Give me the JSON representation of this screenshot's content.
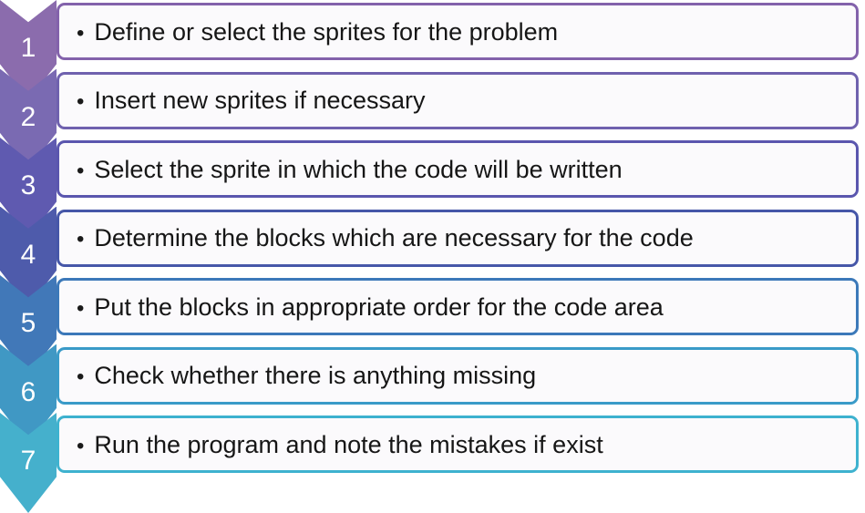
{
  "diagram": {
    "type": "chevron-process-list",
    "orientation": "vertical",
    "bullet_glyph": "•",
    "steps": [
      {
        "number": "1",
        "text": "Define or select the sprites for the problem",
        "color": "#8b6cad",
        "border_color": "#8362ab",
        "box_fill": "#fbfafc"
      },
      {
        "number": "2",
        "text": "Insert new sprites if necessary",
        "color": "#7a6ab2",
        "border_color": "#6f61ae",
        "box_fill": "#fbfafc"
      },
      {
        "number": "3",
        "text": "Select the sprite in which the code will be written",
        "color": "#5f5ab0",
        "border_color": "#5a56ae",
        "box_fill": "#fbfafc"
      },
      {
        "number": "4",
        "text": "Determine the blocks which are necessary for the code",
        "color": "#4e5bab",
        "border_color": "#4657a8",
        "box_fill": "#fbfafc"
      },
      {
        "number": "5",
        "text": "Put the blocks in appropriate order for the code area",
        "color": "#4178b8",
        "border_color": "#3c79b9",
        "box_fill": "#fbfafc"
      },
      {
        "number": "6",
        "text": "Check whether there is anything missing",
        "color": "#4098c4",
        "border_color": "#3a9bc8",
        "box_fill": "#fbfafc"
      },
      {
        "number": "7",
        "text": "Run the program and note the mistakes if exist",
        "color": "#45b0cc",
        "border_color": "#3eb2cf",
        "box_fill": "#fbfafc"
      }
    ]
  }
}
